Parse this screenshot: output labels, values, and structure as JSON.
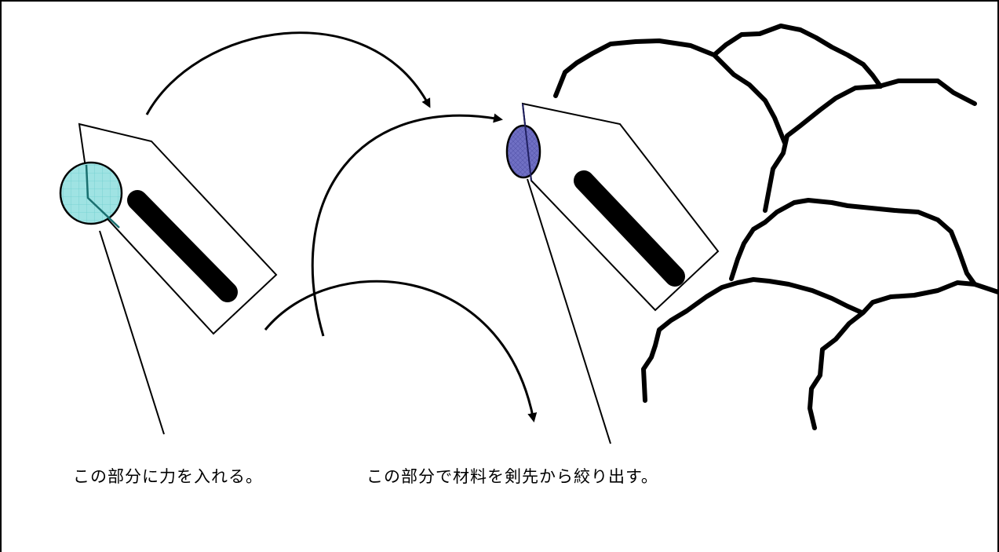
{
  "captions": {
    "left": "この部分に力を入れる。",
    "right": "この部分で材料を剣先から絞り出す。"
  },
  "colors": {
    "background": "#ffffff",
    "stroke": "#000000",
    "pressure_zone_fill": "#9fe3e3",
    "pressure_zone_grid": "#6fcfcf",
    "tip_zone_fill": "#7070c4",
    "tip_zone_grid": "#3a3a90"
  },
  "icons": {
    "pressure_zone": "cyan-circle-highlight",
    "tip_zone": "blue-ellipse-highlight",
    "motion_arrows": "curved-arrow-icon",
    "output": "cream-swirl-icon"
  }
}
